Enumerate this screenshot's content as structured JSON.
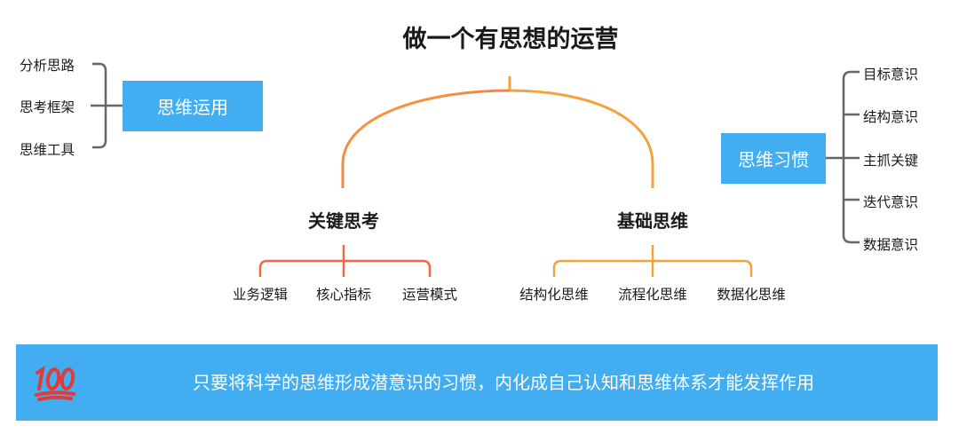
{
  "title": "做一个有思想的运营",
  "left_group": {
    "box": "思维运用",
    "items": [
      "分析思路",
      "思考框架",
      "思维工具"
    ]
  },
  "right_group": {
    "box": "思维习惯",
    "items": [
      "目标意识",
      "结构意识",
      "主抓关键",
      "迭代意识",
      "数据意识"
    ]
  },
  "branches": [
    {
      "label": "关键思考",
      "children": [
        "业务逻辑",
        "核心指标",
        "运营模式"
      ]
    },
    {
      "label": "基础思维",
      "children": [
        "结构化思维",
        "流程化思维",
        "数据化思维"
      ]
    }
  ],
  "banner": {
    "icon": "hundred-points-icon",
    "text": "只要将科学的思维形成潜意识的习惯，内化成自己认知和思维体系才能发挥作用"
  },
  "colors": {
    "accent_blue": "#42adf0",
    "branch_left": "#ee6a45",
    "branch_right": "#f4a33a",
    "bracket_gray": "#666666",
    "icon_red": "#e53935"
  }
}
